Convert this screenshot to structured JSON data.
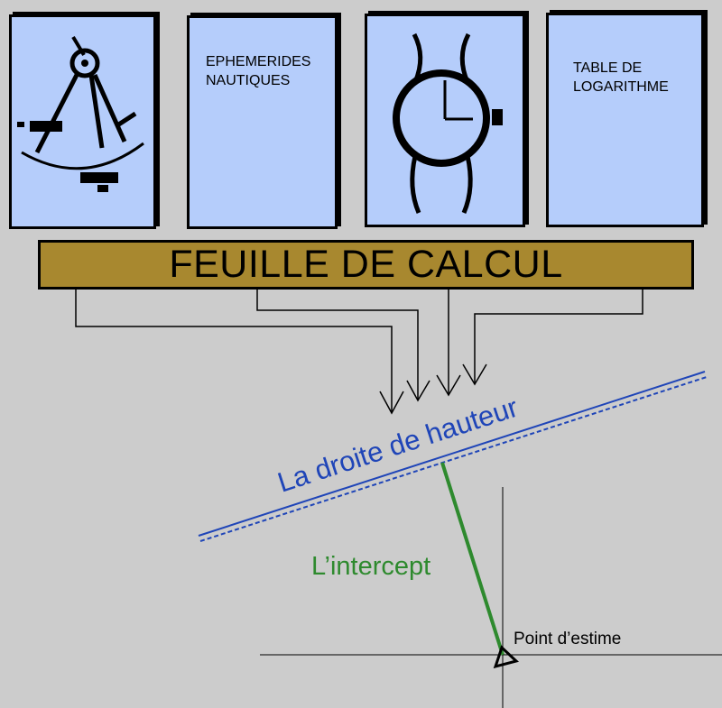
{
  "cards": {
    "sextant": {
      "icon": "sextant-icon"
    },
    "ephemerides": {
      "label": "EPHEMERIDES\nNAUTIQUES"
    },
    "montre": {
      "icon": "wristwatch-icon"
    },
    "logarithmes": {
      "label": "TABLE DE\nLOGARITHME"
    }
  },
  "banner": {
    "label": "FEUILLE DE CALCUL"
  },
  "droite": {
    "label": "La droite de hauteur"
  },
  "intercept": {
    "label": "L’intercept"
  },
  "estime": {
    "label": "Point d’estime"
  },
  "colors": {
    "background": "#cccccc",
    "card": "#b5cdfb",
    "banner": "#a8882f",
    "droite": "#1f45b8",
    "intercept": "#2e8a2e"
  }
}
